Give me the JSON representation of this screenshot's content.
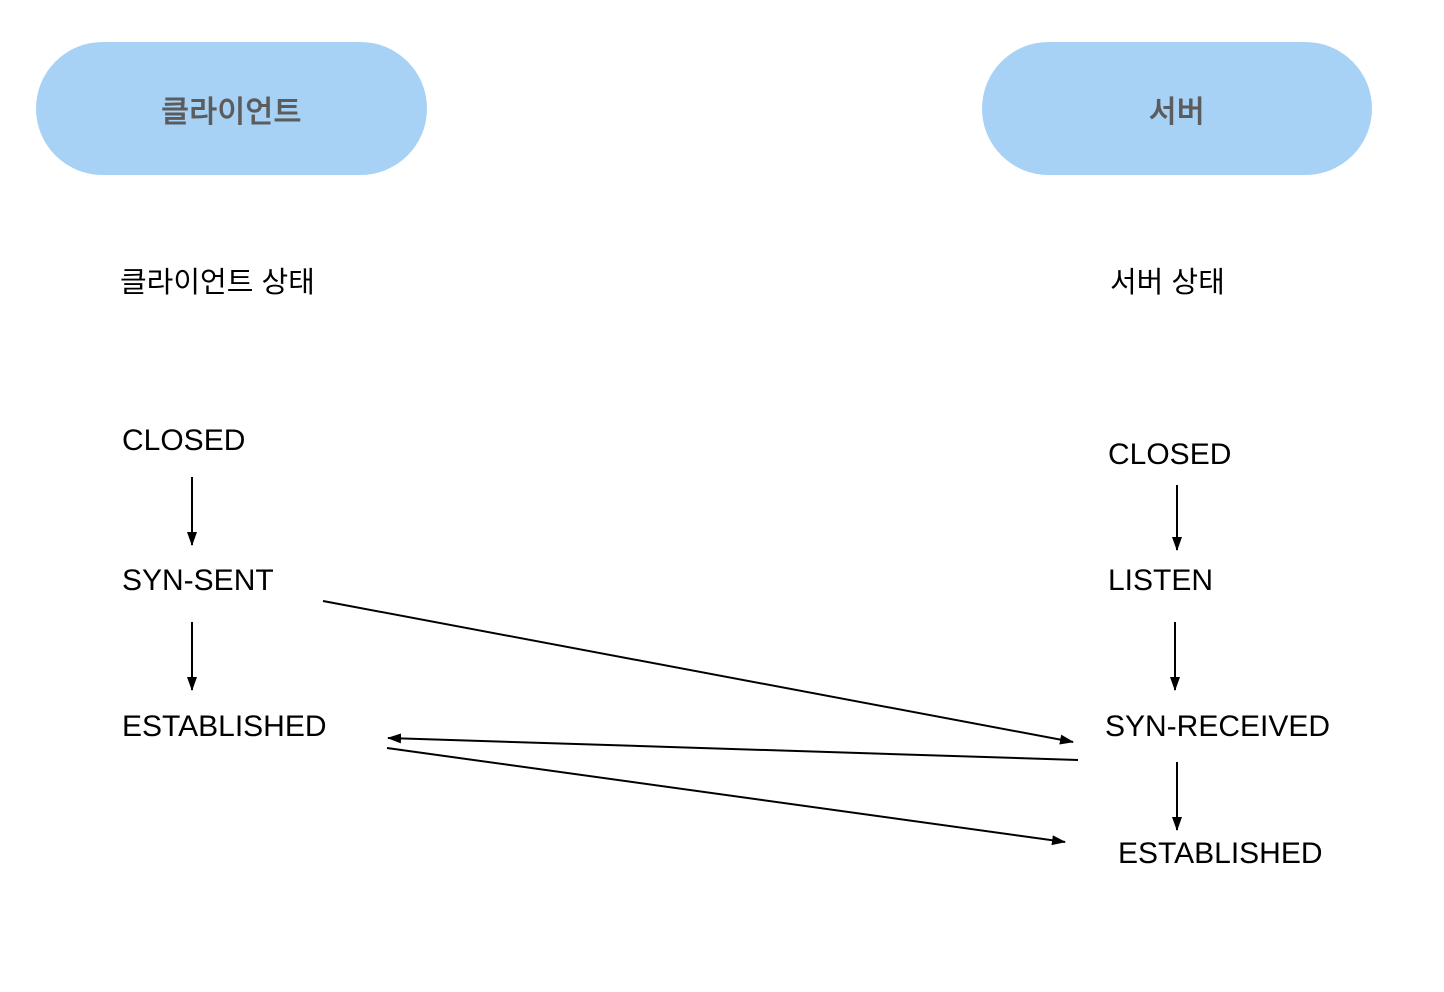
{
  "client": {
    "header": "클라이언트",
    "column_label": "클라이언트 상태",
    "states": [
      "CLOSED",
      "SYN-SENT",
      "ESTABLISHED"
    ]
  },
  "server": {
    "header": "서버",
    "column_label": "서버 상태",
    "states": [
      "CLOSED",
      "LISTEN",
      "SYN-RECEIVED",
      "ESTABLISHED"
    ]
  },
  "transitions": {
    "client_internal": [
      {
        "from": "CLOSED",
        "to": "SYN-SENT"
      },
      {
        "from": "SYN-SENT",
        "to": "ESTABLISHED"
      }
    ],
    "server_internal": [
      {
        "from": "CLOSED",
        "to": "LISTEN"
      },
      {
        "from": "LISTEN",
        "to": "SYN-RECEIVED"
      },
      {
        "from": "SYN-RECEIVED",
        "to": "ESTABLISHED"
      }
    ],
    "cross": [
      {
        "from": "client:SYN-SENT",
        "to": "server:SYN-RECEIVED"
      },
      {
        "from": "server:SYN-RECEIVED",
        "to": "client:ESTABLISHED"
      },
      {
        "from": "client:ESTABLISHED",
        "to": "server:ESTABLISHED"
      }
    ]
  },
  "colors": {
    "pill_fill": "#a8d2f5",
    "pill_text": "#5b5c5e",
    "label_text": "#000000",
    "arrow": "#000000",
    "background": "#ffffff"
  }
}
